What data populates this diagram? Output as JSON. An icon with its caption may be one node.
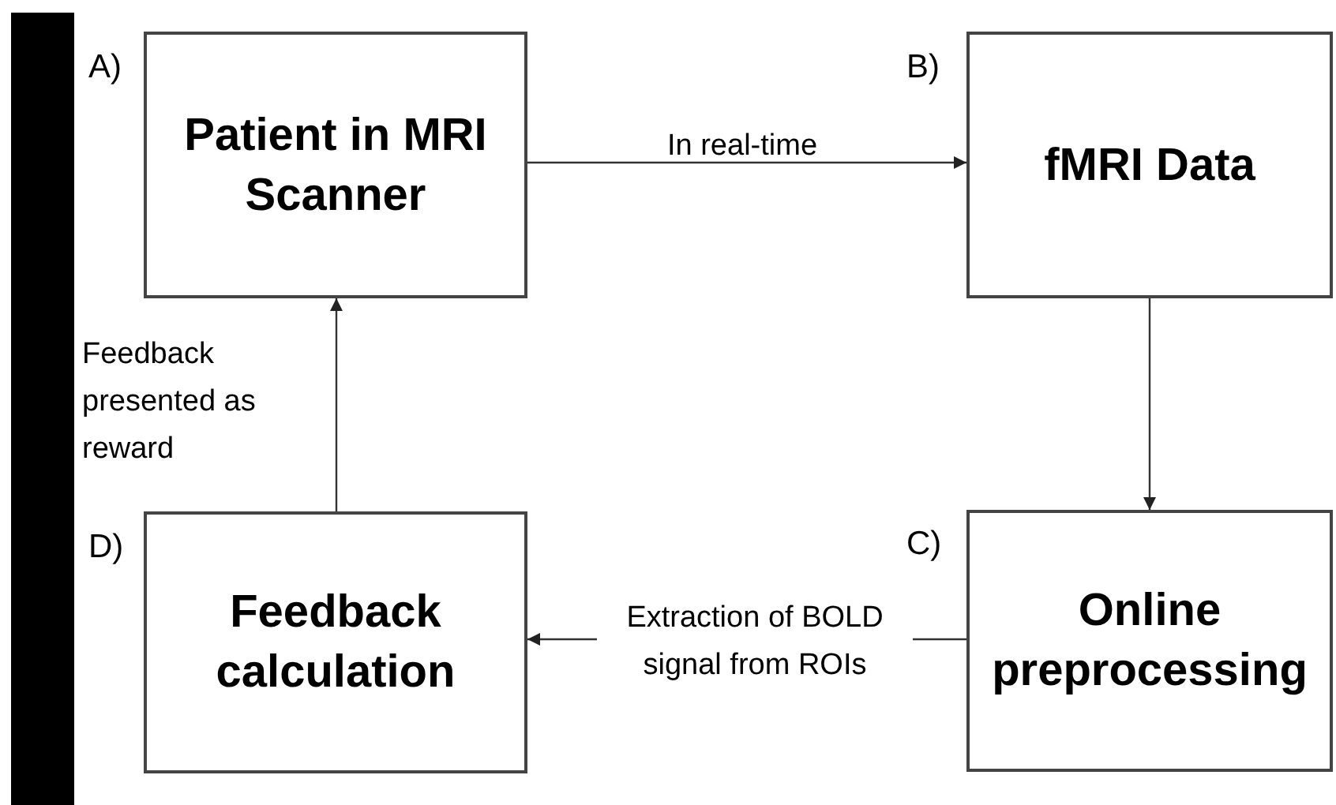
{
  "diagram": {
    "nodes": [
      {
        "text": [
          "Patient in MRI Scanner"
        ],
        "beside": [
          "A)"
        ]
      },
      {
        "text": [
          "fMRI Data"
        ],
        "beside": [
          "B)"
        ]
      },
      {
        "text": [
          "Online preprocessing"
        ],
        "beside": [
          "C)"
        ]
      },
      {
        "text": [
          "Feedback calculation"
        ],
        "beside": [
          "D)"
        ]
      },
      {
        "text": [],
        "shape": "bar"
      }
    ],
    "edges": [
      {
        "from": 0,
        "to": 1,
        "arrow": "to",
        "label": "In real-time"
      },
      {
        "from": 1,
        "to": 2,
        "arrow": "to"
      },
      {
        "from": 2,
        "to": 3,
        "arrow": "to",
        "label": "Extraction of BOLD signal from ROIs"
      },
      {
        "from": 3,
        "to": 0,
        "arrow": "to",
        "label": "Feedback presented as reward"
      }
    ]
  }
}
